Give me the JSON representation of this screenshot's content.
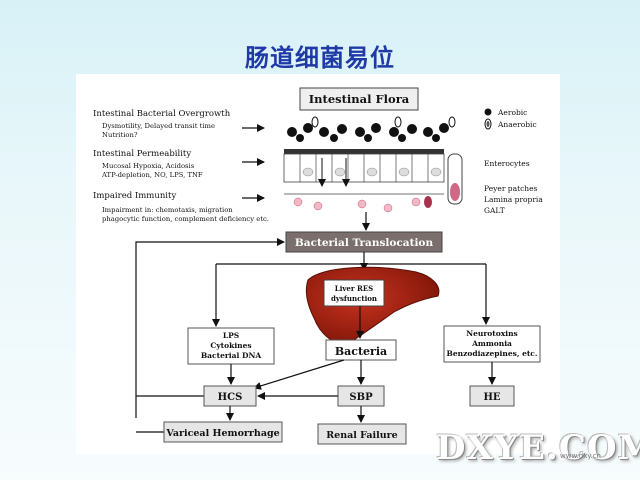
{
  "slide": {
    "title": "肠道细菌易位"
  },
  "diagram": {
    "intestinal_flora": "Intestinal Flora",
    "legend": {
      "aerobic": "Aerobic",
      "anaerobic": "Anaerobic"
    },
    "left": {
      "overgrowth_title": "Intestinal Bacterial Overgrowth",
      "overgrowth_line1": "Dysmotility, Delayed transit time",
      "overgrowth_line2": "Nutrition?",
      "permeability_title": "Intestinal Permeability",
      "permeability_line1": "Mucosal Hypoxia, Acidosis",
      "permeability_line2": "ATP-depletion, NO, LPS, TNF",
      "immunity_title": "Impaired Immunity",
      "immunity_line1": "Impairment in: chemotaxis, migration",
      "immunity_line2": "phagocytic function, complement deficiency etc."
    },
    "right": {
      "enterocytes": "Enterocytes",
      "peyer": "Peyer patches",
      "lamina": "Lamina propria",
      "galt": "GALT"
    },
    "translocation": "Bacterial Translocation",
    "liver": {
      "line1": "Liver RES",
      "line2": "dysfunction"
    },
    "lps": {
      "line1": "LPS",
      "line2": "Cytokines",
      "line3": "Bacterial DNA"
    },
    "bacteria": "Bacteria",
    "neuro": {
      "line1": "Neurotoxins",
      "line2": "Ammonia",
      "line3": "Benzodiazepines, etc."
    },
    "hcs": "HCS",
    "sbp": "SBP",
    "he": "HE",
    "variceal": "Variceal Hemorrhage",
    "renal": "Renal Failure"
  },
  "watermark": {
    "main": "DXYE.COM",
    "sub": "www.dxy.cn"
  }
}
